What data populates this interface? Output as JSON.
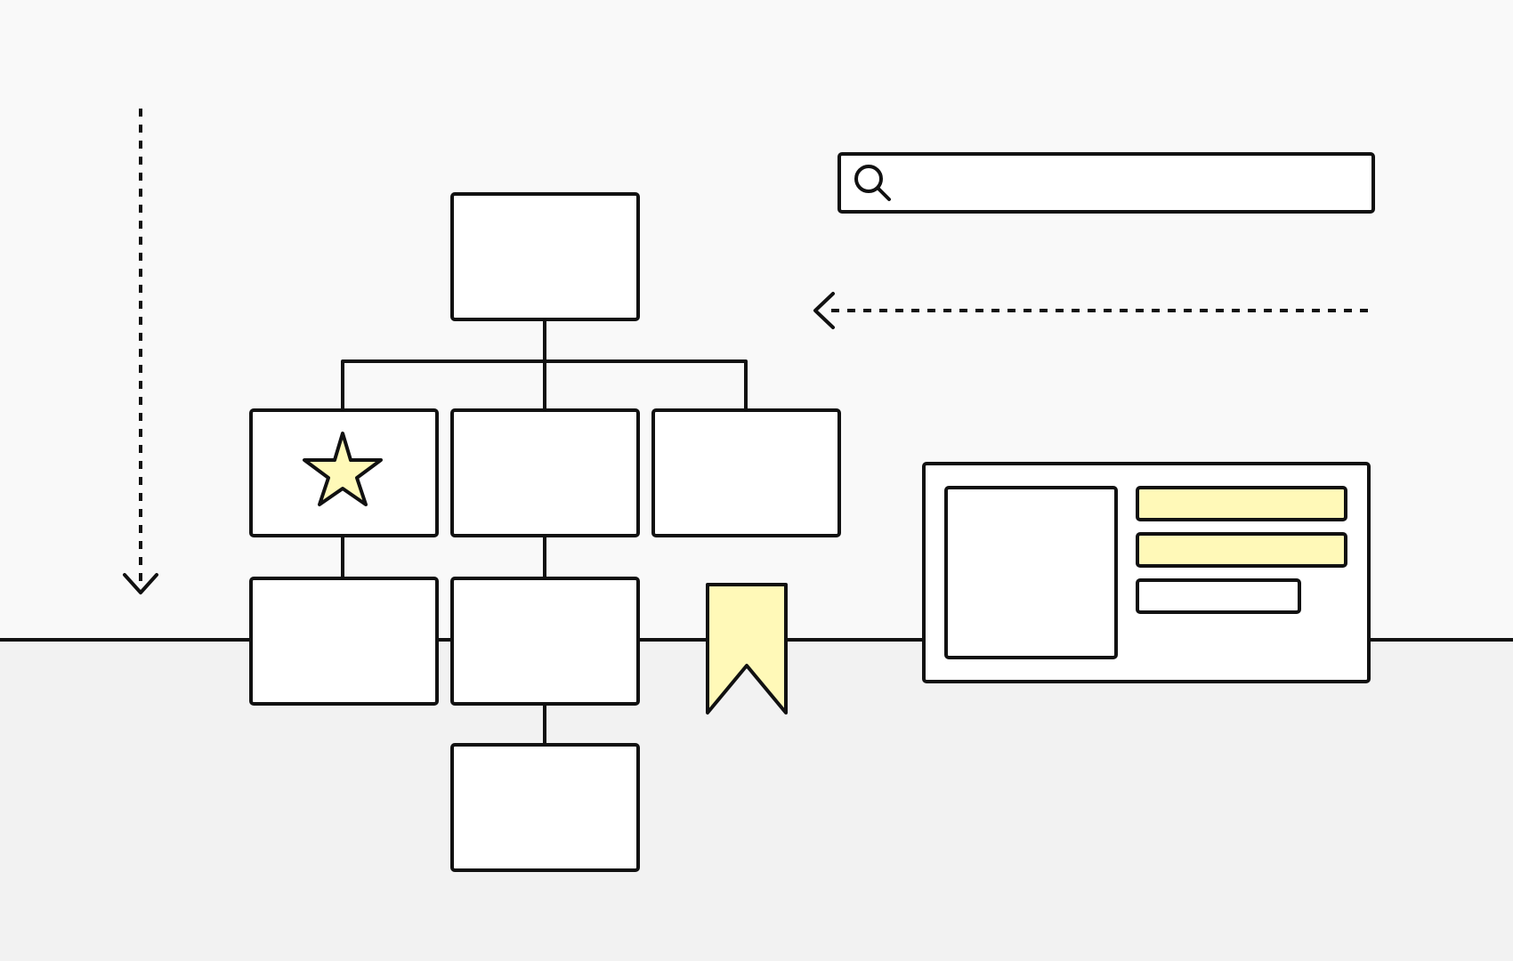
{
  "colors": {
    "background_upper": "#f9f9f9",
    "background_lower": "#f2f2f2",
    "stroke": "#111111",
    "box_fill": "#ffffff",
    "highlight_fill": "#fff9b8"
  },
  "search": {
    "icon": "search-icon",
    "value": ""
  },
  "org_chart": {
    "icon": "star-icon",
    "levels": [
      1,
      3,
      2,
      1
    ]
  },
  "bookmark": {
    "icon": "bookmark-icon"
  },
  "detail_card": {
    "highlighted_lines": 2,
    "plain_lines": 1
  },
  "arrows": {
    "vertical": "arrow-down-dotted",
    "horizontal": "arrow-left-dotted"
  }
}
